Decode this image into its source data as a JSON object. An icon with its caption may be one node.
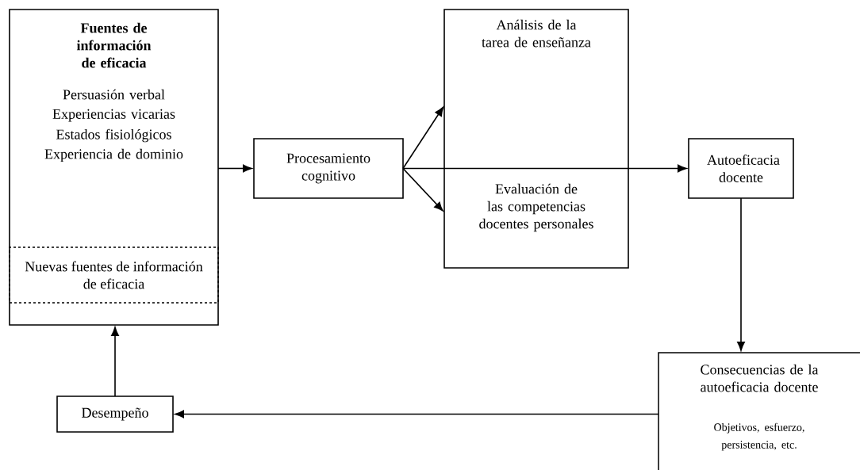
{
  "diagram": {
    "nodes": [
      {
        "text": [
          "Fuentes de información de eficacia",
          "Persuasión verbal",
          "Experiencias vicarias",
          "Estados fisiológicos",
          "Experiencia de dominio"
        ]
      },
      {
        "text": [
          "Nuevas fuentes de información de eficacia"
        ],
        "in": 0
      },
      {
        "text": [
          "Procesamiento cognitivo"
        ]
      },
      {
        "text": [
          "Análisis de la tarea de enseñanza"
        ]
      },
      {
        "text": [
          "Evaluación de las competencias docentes personales"
        ]
      },
      {
        "text": [
          "Autoeficacia docente"
        ]
      },
      {
        "text": [
          "Consecuencias de la autoeficacia docente",
          "Objetivos, esfuerzo, persistencia, etc."
        ]
      },
      {
        "text": [
          "Desempeño"
        ]
      }
    ],
    "edges": [
      {
        "from": 0,
        "to": 2,
        "arrow": "to"
      },
      {
        "from": 2,
        "to": 3,
        "arrow": "to"
      },
      {
        "from": 2,
        "to": 4,
        "arrow": "to"
      },
      {
        "from": 2,
        "to": 5,
        "arrow": "to"
      },
      {
        "from": 5,
        "to": 6,
        "arrow": "to"
      },
      {
        "from": 6,
        "to": 7,
        "arrow": "to"
      },
      {
        "from": 7,
        "to": 0,
        "arrow": "to"
      }
    ]
  }
}
